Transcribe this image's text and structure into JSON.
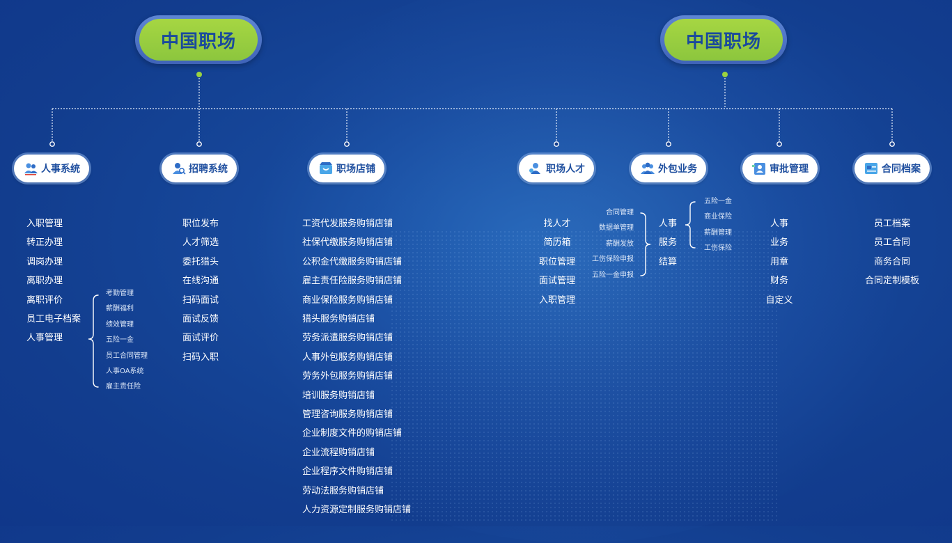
{
  "roots": [
    {
      "label": "中国职场"
    },
    {
      "label": "中国职场"
    }
  ],
  "categories": [
    {
      "label": "人事系统",
      "icon": "people-icon"
    },
    {
      "label": "招聘系统",
      "icon": "recruit-icon"
    },
    {
      "label": "职场店铺",
      "icon": "shop-icon"
    },
    {
      "label": "职场人才",
      "icon": "talent-icon"
    },
    {
      "label": "外包业务",
      "icon": "group-icon"
    },
    {
      "label": "审批管理",
      "icon": "approval-icon"
    },
    {
      "label": "合同档案",
      "icon": "contract-icon"
    }
  ],
  "hr_items": [
    "入职管理",
    "转正办理",
    "调岗办理",
    "离职办理",
    "离职评价",
    "员工电子档案",
    "人事管理"
  ],
  "hr_sub": [
    "考勤管理",
    "薪酬福利",
    "绩效管理",
    "五险一金",
    "员工合同管理",
    "人事OA系统",
    "雇主责任险"
  ],
  "recruit_items": [
    "职位发布",
    "人才筛选",
    "委托猎头",
    "在线沟通",
    "扫码面试",
    "面试反馈",
    "面试评价",
    "扫码入职"
  ],
  "shop_items": [
    "工资代发服务购销店铺",
    "社保代缴服务购销店铺",
    "公积金代缴服务购销店铺",
    "雇主责任险服务购销店铺",
    "商业保险服务购销店铺",
    "猎头服务购销店铺",
    "劳务派遣服务购销店铺",
    "人事外包服务购销店铺",
    "劳务外包服务购销店铺",
    "培训服务购销店铺",
    "管理咨询服务购销店铺",
    "企业制度文件的购销店铺",
    "企业流程购销店铺",
    "企业程序文件购销店铺",
    "劳动法服务购销店铺",
    "人力资源定制服务购销店铺"
  ],
  "talent_items": [
    "找人才",
    "简历箱",
    "职位管理",
    "面试管理",
    "入职管理"
  ],
  "outsource_left": [
    "合同管理",
    "数据单管理",
    "薪酬发放",
    "工伤保险申报",
    "五险一金申报"
  ],
  "outsource_mid": [
    "人事",
    "服务",
    "结算"
  ],
  "outsource_right": [
    "五险一金",
    "商业保险",
    "薪酬管理",
    "工伤保险"
  ],
  "approval_items": [
    "人事",
    "业务",
    "用章",
    "财务",
    "自定义"
  ],
  "contract_items": [
    "员工档案",
    "员工合同",
    "商务合同",
    "合同定制模板"
  ],
  "colors": {
    "accent_green": "#8cc63e",
    "brand_blue": "#1f4f9f",
    "background": "#123d8e"
  }
}
